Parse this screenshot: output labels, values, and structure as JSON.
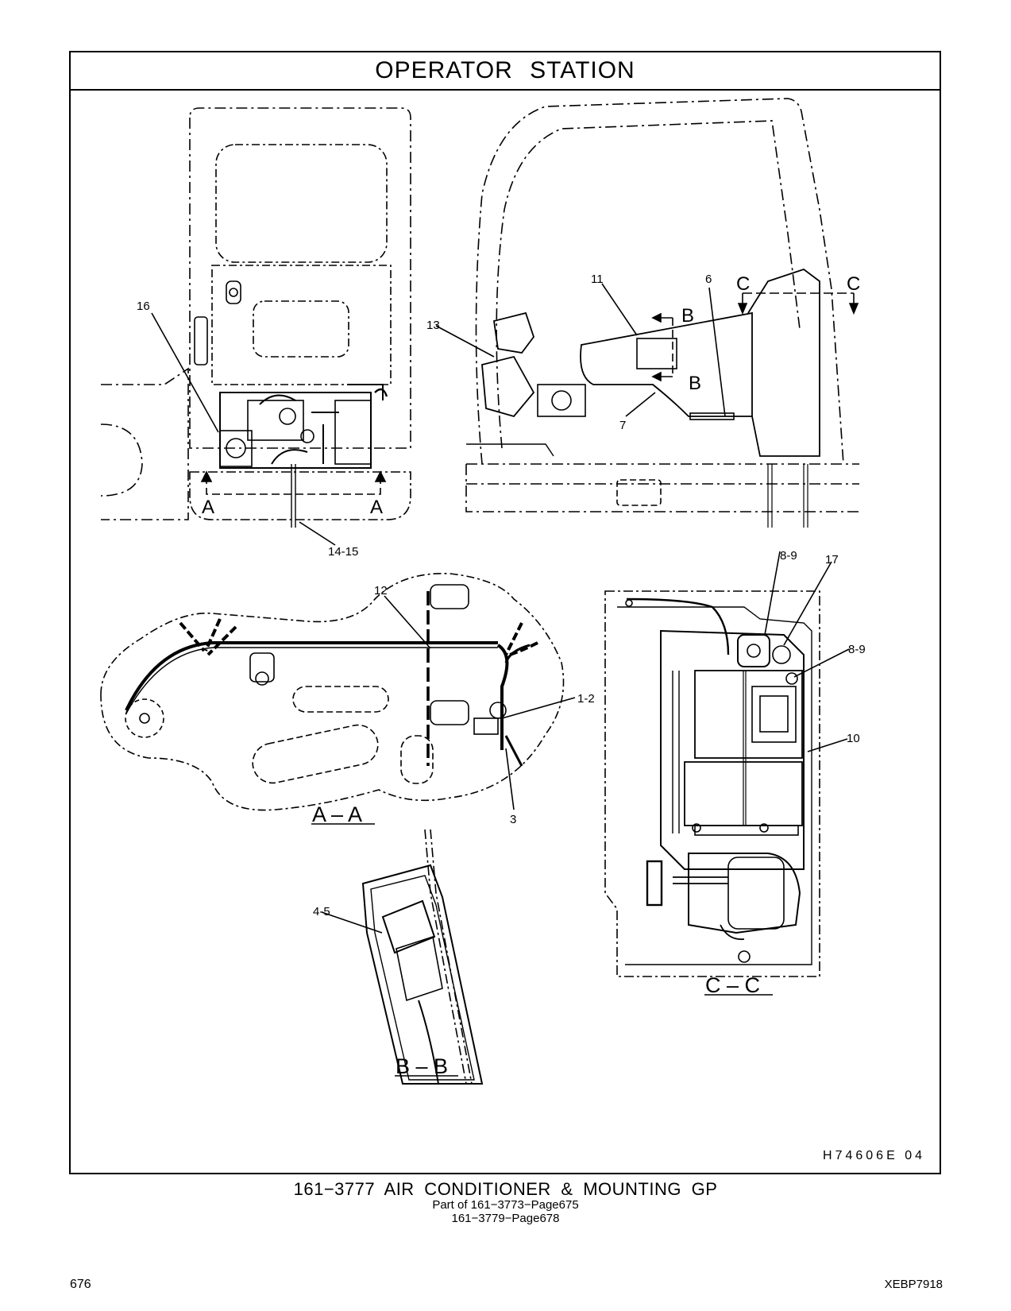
{
  "header": {
    "title": "OPERATOR   STATION"
  },
  "callouts": {
    "c16": "16",
    "c13": "13",
    "c11": "11",
    "c6": "6",
    "c7": "7",
    "c14_15": "14-15",
    "c12": "12",
    "c1_2": "1-2",
    "c3": "3",
    "c4_5": "4-5",
    "c8_9_a": "8-9",
    "c17": "17",
    "c8_9_b": "8-9",
    "c10": "10"
  },
  "view_markers": {
    "a_left": "A",
    "a_right": "A",
    "b_top": "B",
    "b_bottom": "B",
    "c_left": "C",
    "c_right": "C"
  },
  "sections": {
    "aa": "A – A",
    "bb": "B – B",
    "cc": "C – C"
  },
  "drawing_code": "H74606E  04",
  "caption": {
    "main": "161−3777  AIR CONDITIONER & MOUNTING GP",
    "line1": "Part of 161−3773−Page675",
    "line2": "161−3779−Page678"
  },
  "footer": {
    "page_number": "676",
    "doc_id": "XEBP7918"
  }
}
